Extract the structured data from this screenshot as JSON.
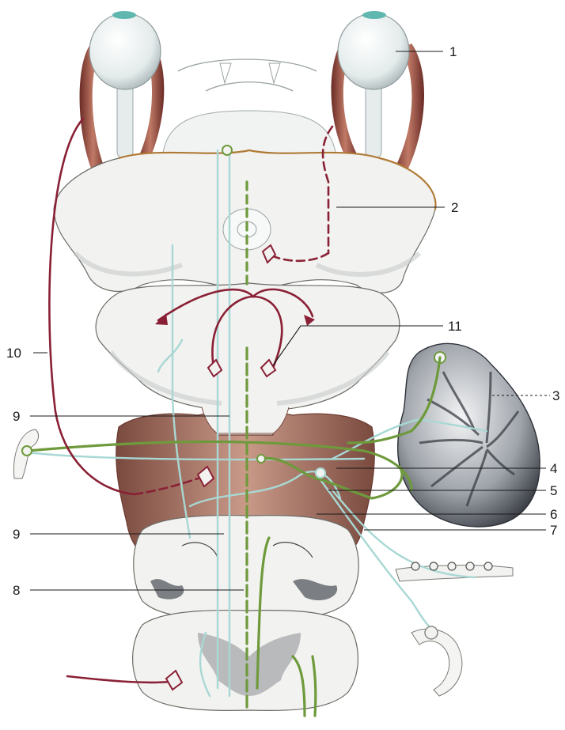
{
  "figure": {
    "labels": [
      {
        "id": "1",
        "text": "1"
      },
      {
        "id": "2",
        "text": "2"
      },
      {
        "id": "3",
        "text": "3"
      },
      {
        "id": "4",
        "text": "4"
      },
      {
        "id": "5",
        "text": "5"
      },
      {
        "id": "6",
        "text": "6"
      },
      {
        "id": "7",
        "text": "7"
      },
      {
        "id": "8",
        "text": "8"
      },
      {
        "id": "9a",
        "text": "9"
      },
      {
        "id": "9b",
        "text": "9"
      },
      {
        "id": "10",
        "text": "10"
      },
      {
        "id": "11",
        "text": "11"
      }
    ]
  },
  "colors": {
    "blue_tract": "#a8d8d4",
    "green_tract": "#6e9a3c",
    "red_tract": "#8a2035",
    "muscle": "#9b4a3c",
    "medulla": "#a26a58",
    "cerebellum_dark": "#3c3f45",
    "tissue": "#f2f2f0"
  }
}
